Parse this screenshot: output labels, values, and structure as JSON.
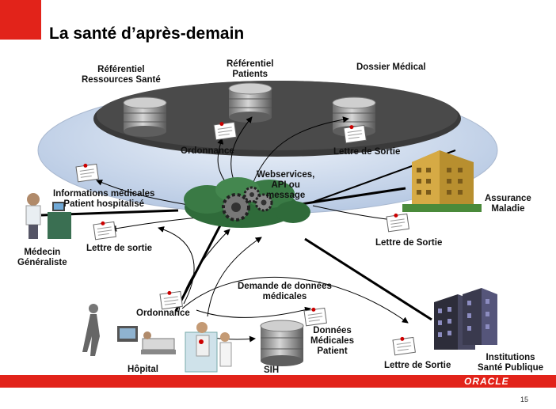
{
  "slide": {
    "title": "La santé d’après-demain",
    "page_number": "15",
    "brand": "ORACLE"
  },
  "labels": {
    "ref_ressources": "Référentiel\nRessources Santé",
    "ref_patients": "Référentiel\nPatients",
    "dossier_medical": "Dossier Médical",
    "ordonnance_top": "Ordonnance",
    "lettre_sortie_top": "Lettre de Sortie",
    "webservices": "Webservices,\nAPI ou\nmessage",
    "info_medicales": "Informations médicales\nPatient hospitalisé",
    "assurance": "Assurance\nMaladie",
    "medecin": "Médecin\nGénéraliste",
    "lettre_sortie_left": "Lettre de sortie",
    "lettre_sortie_right": "Lettre de Sortie",
    "demande_donnees": "Demande de données\nmédicales",
    "ordonnance_bottom": "Ordonnance",
    "donnees_medicales": "Données\nMédicales\nPatient",
    "hopital": "Hôpital",
    "sih": "SIH",
    "lettre_sortie_bottom": "Lettre de Sortie",
    "institutions": "Institutions\nSanté Publique"
  },
  "colors": {
    "accent": "#e2231a",
    "ellipse_fill": "#c8d6ea",
    "platform": "#3a3a3a",
    "cloud": "#2f6b3a"
  },
  "icons": [
    "database-icon",
    "document-icon",
    "gear-icon",
    "cloud-icon",
    "doctor-icon",
    "building-icon",
    "hospital-icon"
  ]
}
